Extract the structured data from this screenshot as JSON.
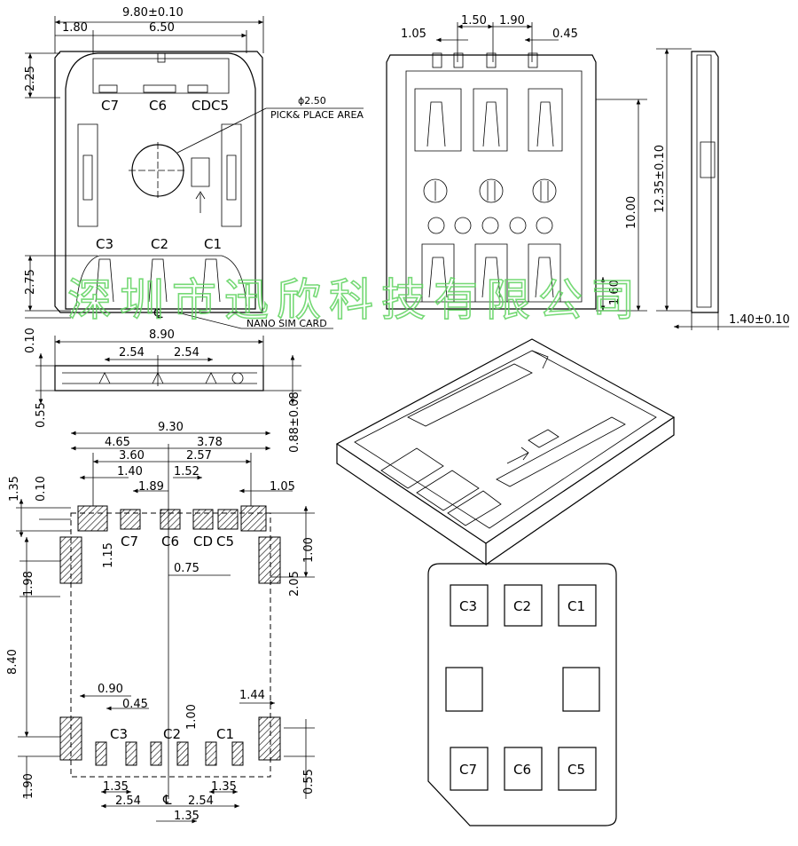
{
  "watermark": "深圳市迅欣科技有限公司",
  "top_view": {
    "dims": {
      "overall_width": "9.80±0.10",
      "left_offset": "1.80",
      "pitch_c7_c5": "6.50",
      "top_height": "2.25",
      "bottom_height": "2.75",
      "bottom_gap": "0.10"
    },
    "pins_top": [
      "C7",
      "C6",
      "CD",
      "C5"
    ],
    "pins_bottom": [
      "C3",
      "C2",
      "C1"
    ],
    "pick_place": "ϕ2.50",
    "pick_place_label": "PICK& PLACE AREA",
    "card_label": "NANO SIM CARD",
    "centerline": "℄"
  },
  "side_view": {
    "dims": {
      "width": "8.90",
      "pitch_left": "2.54",
      "pitch_right": "2.54",
      "height_left": "0.55",
      "height_right": "0.88±0.08"
    }
  },
  "back_view": {
    "dims": {
      "d1": "1.05",
      "d2": "1.50",
      "d3": "1.90",
      "d4": "0.45",
      "h1": "10.00",
      "h2": "1.60",
      "h3": "12.35±0.10"
    }
  },
  "end_view": {
    "dims": {
      "thickness": "1.40±0.10"
    }
  },
  "footprint": {
    "dims": {
      "total": "9.30",
      "left_half": "4.65",
      "right_half": "3.78",
      "a": "3.60",
      "b": "2.57",
      "c": "1.40",
      "d": "1.52",
      "e": "1.89",
      "f": "1.05",
      "g": "1.35",
      "h": "0.10",
      "i": "1.15",
      "j": "1.00",
      "k": "0.75",
      "l": "1.98",
      "m": "2.05",
      "n": "8.40",
      "o": "0.90",
      "p": "0.45",
      "q": "1.00",
      "r": "1.44",
      "s": "1.90",
      "t": "0.55",
      "u": "1.35",
      "v": "1.35",
      "w": "2.54",
      "x": "2.54",
      "y": "1.35"
    },
    "pins_top": [
      "C7",
      "C6",
      "CD",
      "C5"
    ],
    "pins_bottom": [
      "C3",
      "C2",
      "C1"
    ],
    "centerline": "℄"
  },
  "card_layout": {
    "row1": [
      "C3",
      "C2",
      "C1"
    ],
    "row3": [
      "C7",
      "C6",
      "C5"
    ]
  }
}
